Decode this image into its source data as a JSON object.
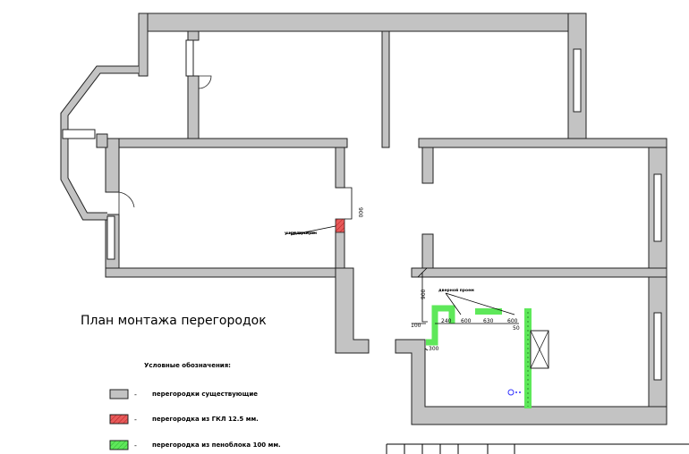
{
  "title": "План монтажа перегородок",
  "legend": {
    "heading": "Условные обозначения:",
    "items": [
      {
        "dash": "-",
        "label": "перегородки существующие",
        "color": "#c3c3c3"
      },
      {
        "dash": "-",
        "label": "перегородка из ГКЛ 12.5 мм.",
        "color": "#e85a5a"
      },
      {
        "dash": "-",
        "label": "перегородка из пеноблока 100 мм.",
        "color": "#5ee85a"
      }
    ]
  },
  "annotations": {
    "widen_door": "уширить дверной проем",
    "door_opening": "дверной проем"
  },
  "dimensions": {
    "red_door": "900",
    "green_door_offset": "900",
    "d100": "100",
    "d240": "240",
    "d600a": "600",
    "d630": "630",
    "d600b": "600",
    "d50": "50",
    "d300": "300"
  }
}
